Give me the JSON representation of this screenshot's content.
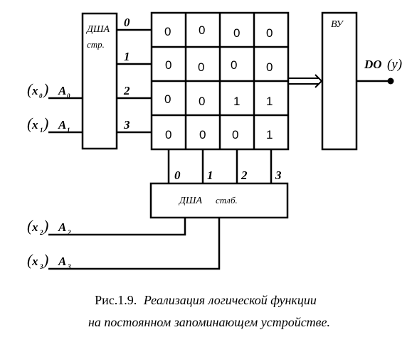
{
  "decoder_rows": {
    "label_line1": "ДША",
    "label_line2": "стр.",
    "outputs": [
      "0",
      "1",
      "2",
      "3"
    ]
  },
  "decoder_cols": {
    "label": "ДША",
    "label_suffix": "стлб.",
    "outputs": [
      "0",
      "1",
      "2",
      "3"
    ]
  },
  "output_unit": {
    "label": "ВУ",
    "output_name": "DO",
    "output_signal": "(y)"
  },
  "memory_matrix": [
    [
      "0",
      "0",
      "0",
      "0"
    ],
    [
      "0",
      "0",
      "0",
      "0"
    ],
    [
      "0",
      "0",
      "1",
      "1"
    ],
    [
      "0",
      "0",
      "0",
      "1"
    ]
  ],
  "inputs": [
    {
      "var": "x",
      "var_sub": "0",
      "addr": "A",
      "addr_sub": "0"
    },
    {
      "var": "x",
      "var_sub": "1",
      "addr": "A",
      "addr_sub": "1"
    },
    {
      "var": "x",
      "var_sub": "2",
      "addr": "A",
      "addr_sub": "2"
    },
    {
      "var": "x",
      "var_sub": "3",
      "addr": "A",
      "addr_sub": "3"
    }
  ],
  "caption": {
    "line1_prefix": "Рис.1.9.",
    "line1_text": "Реализация логической функции",
    "line2_text": "на постоянном запоминающем устройстве."
  },
  "colors": {
    "stroke": "#000000",
    "background": "#ffffff"
  }
}
